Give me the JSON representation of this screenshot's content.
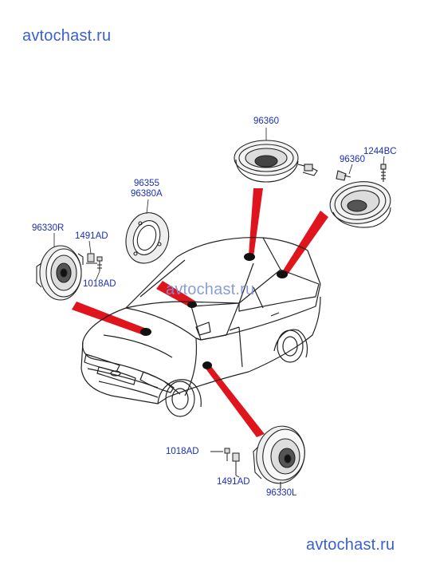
{
  "watermarks": {
    "top_left": "avtochast.ru",
    "middle": "avtochast.ru",
    "bottom_right": "avtochast.ru"
  },
  "parts": {
    "p96360_top": "96360",
    "p1244BC": "1244BC",
    "p96360_right": "96360",
    "p96355": "96355",
    "p96380A": "96380A",
    "p96330R": "96330R",
    "p1491AD_left": "1491AD",
    "p1018AD_left": "1018AD",
    "p1018AD_bottom": "1018AD",
    "p1491AD_bottom": "1491AD",
    "p96330L": "96330L"
  },
  "colors": {
    "label": "#1a2fb8",
    "watermark": "#3a5fd0",
    "pointer": "#e0141c",
    "line": "#222222"
  }
}
